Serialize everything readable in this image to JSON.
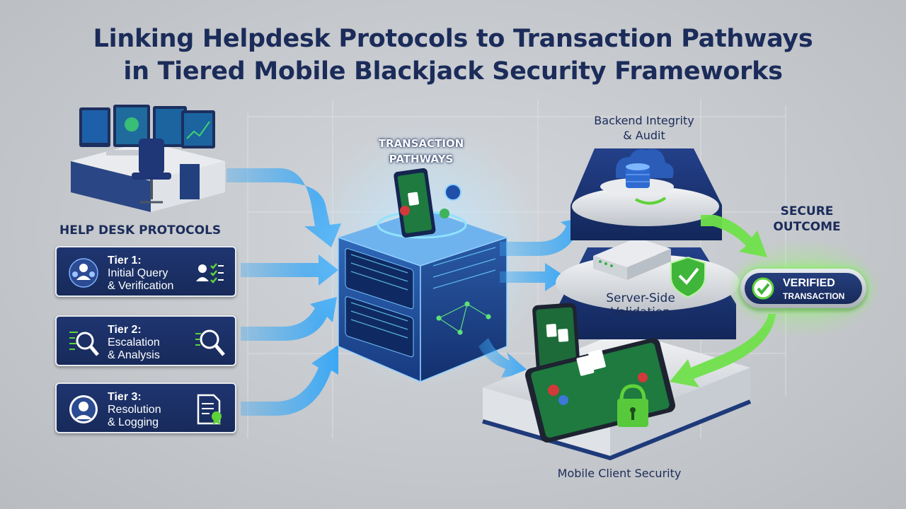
{
  "title": {
    "line1": "Linking Helpdesk Protocols to Transaction Pathways",
    "line2": "in Tiered Mobile Blackjack Security Frameworks"
  },
  "help_desk": {
    "label": "HELP DESK PROTOCOLS",
    "tiers": [
      {
        "title": "Tier 1:",
        "line1": "Initial Query",
        "line2": "& Verification",
        "icon": "users-support-icon",
        "icon2": "checklist-icon"
      },
      {
        "title": "Tier 2:",
        "line1": "Escalation",
        "line2": "& Analysis",
        "icon": "magnifier-code-icon",
        "icon2": "search-icon"
      },
      {
        "title": "Tier 3:",
        "line1": "Resolution",
        "line2": "& Logging",
        "icon": "agent-avatar-icon",
        "icon2": "document-certificate-icon"
      }
    ]
  },
  "transaction": {
    "label_line1": "TRANSACTION",
    "label_line2": "PATHWAYS"
  },
  "backend": {
    "label_line1": "Backend Integrity",
    "label_line2": "& Audit"
  },
  "server": {
    "label_line1": "Server-Side",
    "label_line2": "Validation"
  },
  "mobile": {
    "label": "Mobile Client Security"
  },
  "outcome": {
    "label_line1": "SECURE",
    "label_line2": "OUTCOME",
    "badge_line1": "VERIFIED",
    "badge_line2": "TRANSACTION"
  },
  "colors": {
    "navy": "#1b2c5a",
    "blue_arrow": "#3aa8f5",
    "green_arrow": "#6fe04a",
    "accent_green": "#5fd23a"
  }
}
